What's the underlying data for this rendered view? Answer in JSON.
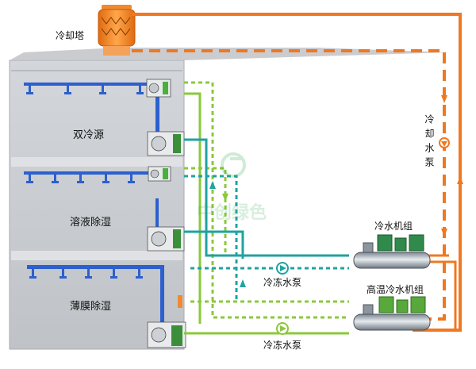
{
  "labels": {
    "cooling_tower": "冷却塔",
    "cooling_water_pump": "冷却水泵",
    "room_top": "双冷源",
    "room_mid": "溶液除湿",
    "room_bottom": "薄膜除湿",
    "chiller_unit": "冷水机组",
    "high_temp_chiller_unit": "高温冷水机组",
    "chilled_water_pump_1": "冷冻水泵",
    "chilled_water_pump_2": "冷冻水泵"
  },
  "watermark": "中创绿色",
  "colors": {
    "cooling_water": "#f07820",
    "chilled_teal": "#1fa3a0",
    "supply_green": "#8bc83c",
    "building_gray": "#c9ccd0",
    "duct_blue": "#2c5fcf",
    "chiller_green": "#3f9f5a"
  }
}
